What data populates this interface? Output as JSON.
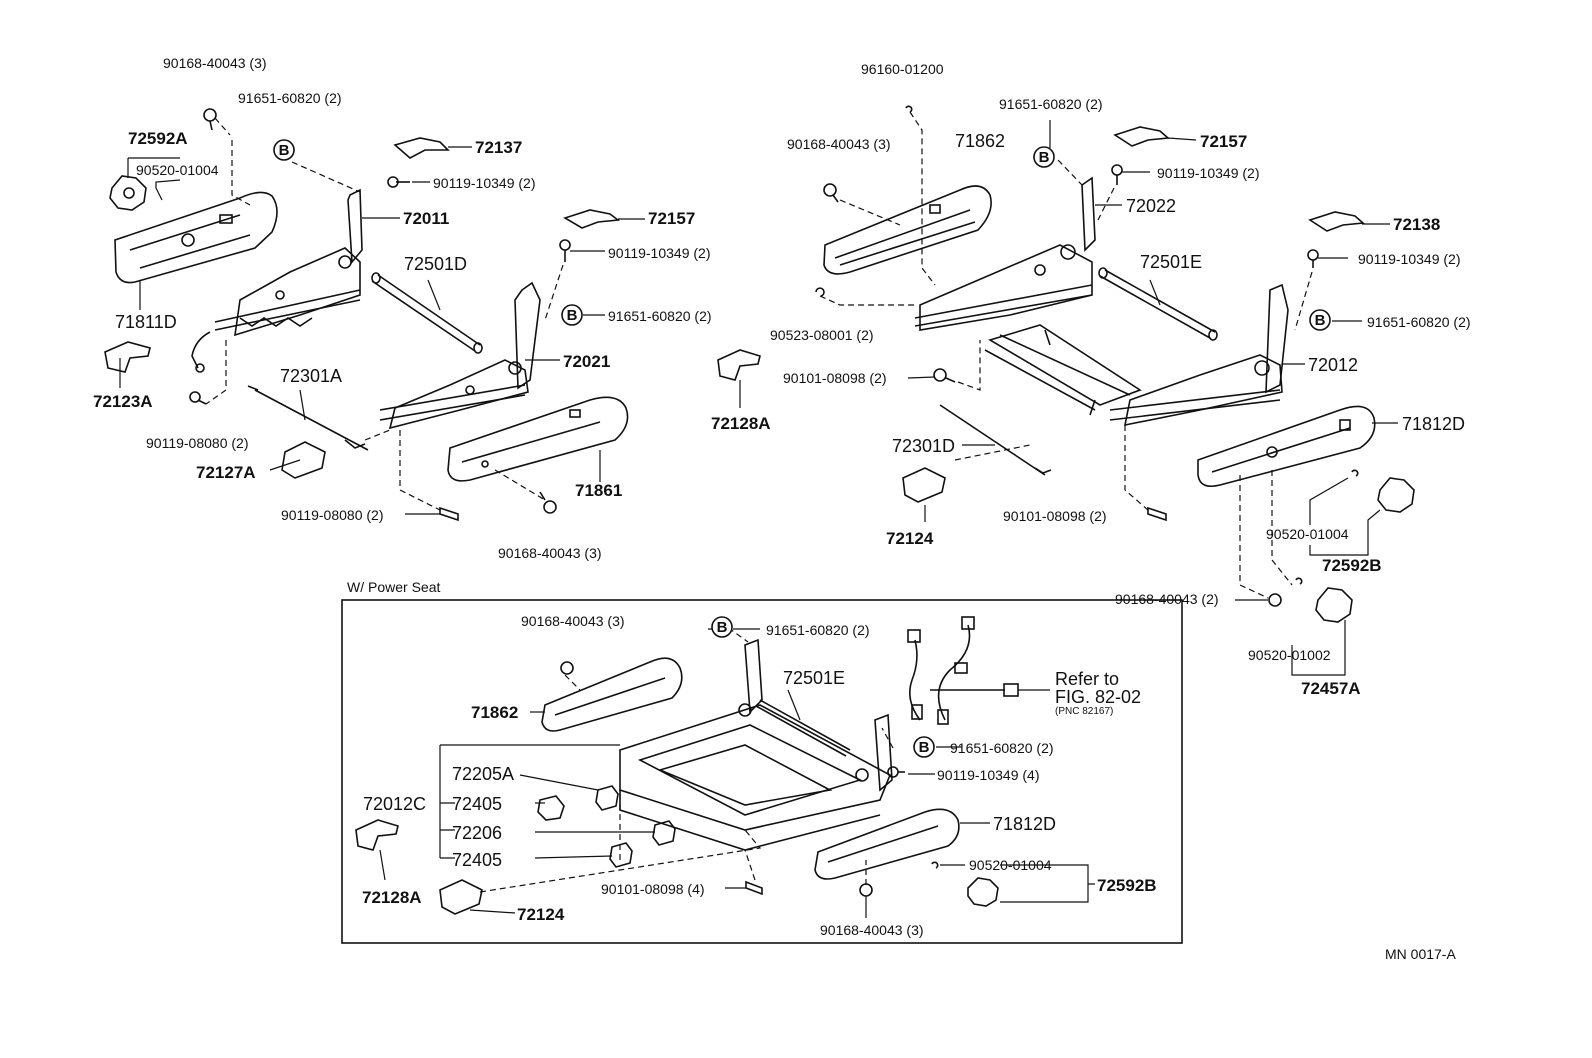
{
  "labels": {
    "l01": "90168-40043 (3)",
    "l02": "91651-60820 (2)",
    "l03": "72592A",
    "l04": "90520-01004",
    "l05": "72137",
    "l06": "90119-10349 (2)",
    "l07": "72011",
    "l08": "72157",
    "l09": "90119-10349 (2)",
    "l10": "72501D",
    "l11": "71811D",
    "l12": "91651-60820 (2)",
    "l13": "72021",
    "l14": "72123A",
    "l15": "72301A",
    "l16": "90119-08080 (2)",
    "l17": "72127A",
    "l18": "71861",
    "l19": "90119-08080 (2)",
    "l20": "90168-40043 (3)",
    "r01": "96160-01200",
    "r02": "91651-60820 (2)",
    "r03": "90168-40043 (3)",
    "r04": "71862",
    "r05": "72157",
    "r06": "90119-10349 (2)",
    "r07": "72022",
    "r08": "72138",
    "r09": "72501E",
    "r10": "90119-10349 (2)",
    "r11": "90523-08001 (2)",
    "r12": "91651-60820 (2)",
    "r13": "72128A",
    "r14": "90101-08098 (2)",
    "r15": "72012",
    "r16": "71812D",
    "r17": "72301D",
    "r18": "72124",
    "r19": "90101-08098 (2)",
    "r20": "90520-01004",
    "r21": "72592B",
    "r22": "90168-40043 (2)",
    "r23": "90520-01002",
    "r24": "72457A",
    "p00": "W/ Power Seat",
    "p01": "90168-40043 (3)",
    "p02": "91651-60820 (2)",
    "p03": "72501E",
    "p04": "Refer to",
    "p05": "FIG. 82-02",
    "p06": "(PNC 82167)",
    "p07": "71862",
    "p08": "91651-60820 (2)",
    "p09": "72205A",
    "p10": "90119-10349 (4)",
    "p11": "72012C",
    "p12": "72405",
    "p13": "71812D",
    "p14": "72206",
    "p15": "72405",
    "p16": "90520-01004",
    "p17": "72592B",
    "p18": "90101-08098 (4)",
    "p19": "72128A",
    "p20": "72124",
    "p21": "90168-40043 (3)",
    "code": "MN 0017-A"
  },
  "callout_b": "B"
}
